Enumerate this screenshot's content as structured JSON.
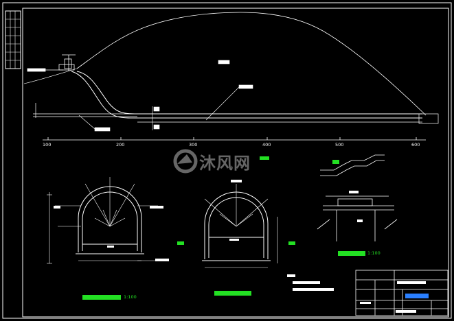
{
  "axis": {
    "ticks": [
      "100",
      "200",
      "300",
      "400",
      "500",
      "600"
    ]
  },
  "watermark": {
    "text": "沐风网"
  },
  "captions": {
    "left_section": "1:100",
    "exhaust_detail": "1:100"
  },
  "colors": {
    "background": "#000000",
    "lines": "#ffffff",
    "labels": "#23e023",
    "marker": "#2a7fff"
  }
}
